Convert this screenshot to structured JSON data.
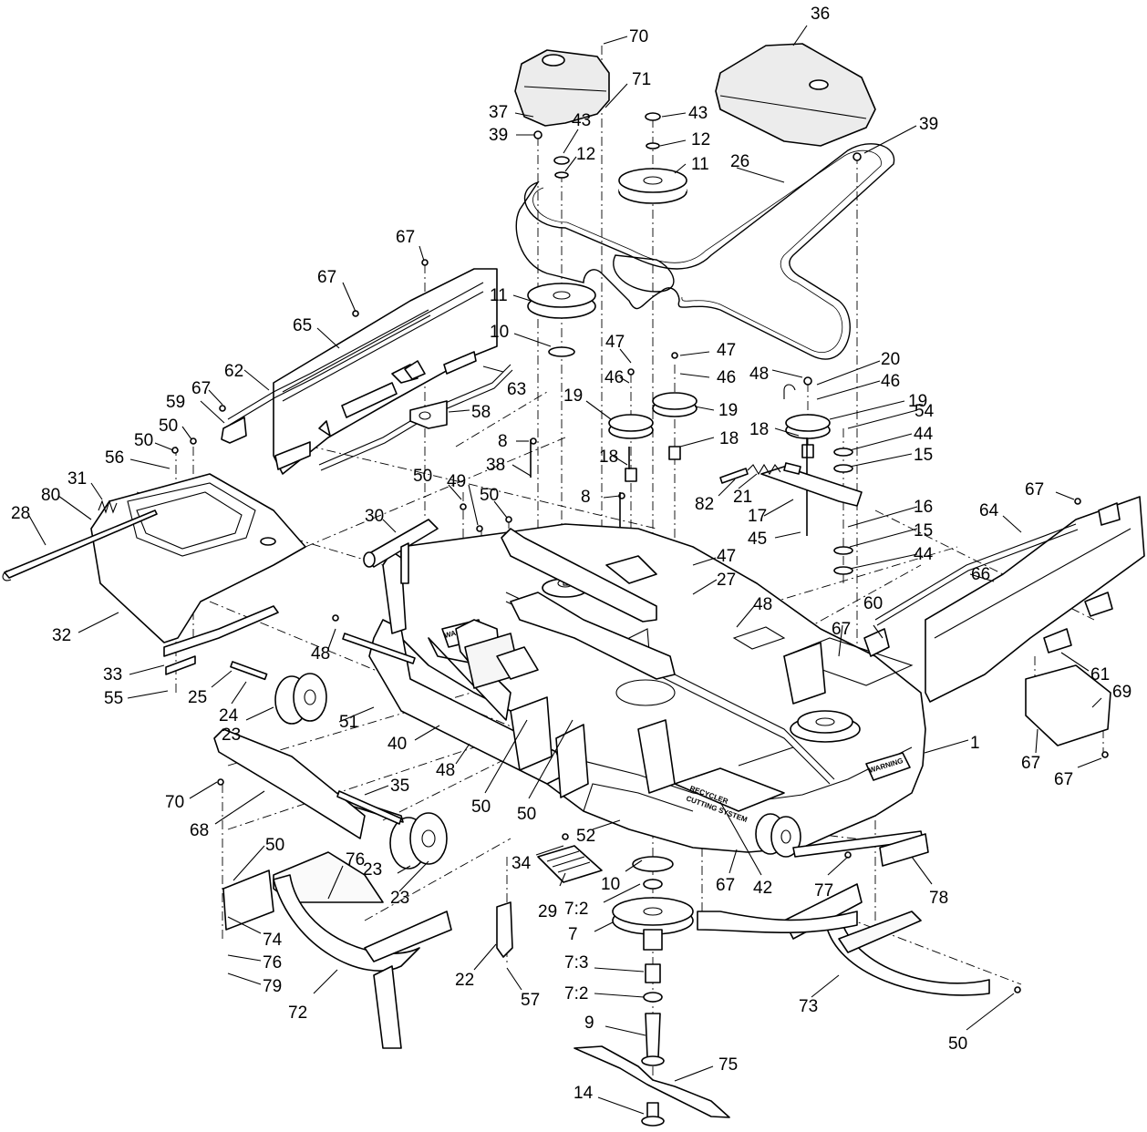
{
  "diagram": {
    "callouts": [
      {
        "id": "c1",
        "label": "70"
      },
      {
        "id": "c2",
        "label": "36"
      },
      {
        "id": "c3",
        "label": "71"
      },
      {
        "id": "c4",
        "label": "37"
      },
      {
        "id": "c5",
        "label": "39"
      },
      {
        "id": "c6",
        "label": "43"
      },
      {
        "id": "c7",
        "label": "12"
      },
      {
        "id": "c8",
        "label": "43"
      },
      {
        "id": "c9",
        "label": "12"
      },
      {
        "id": "c10",
        "label": "11"
      },
      {
        "id": "c11",
        "label": "26"
      },
      {
        "id": "c12",
        "label": "39"
      },
      {
        "id": "c13",
        "label": "67"
      },
      {
        "id": "c14",
        "label": "67"
      },
      {
        "id": "c15",
        "label": "65"
      },
      {
        "id": "c16",
        "label": "11"
      },
      {
        "id": "c17",
        "label": "10"
      },
      {
        "id": "c18",
        "label": "47"
      },
      {
        "id": "c19",
        "label": "47"
      },
      {
        "id": "c20",
        "label": "46"
      },
      {
        "id": "c21",
        "label": "46"
      },
      {
        "id": "c22",
        "label": "20"
      },
      {
        "id": "c23",
        "label": "48"
      },
      {
        "id": "c24",
        "label": "46"
      },
      {
        "id": "c25",
        "label": "62"
      },
      {
        "id": "c26",
        "label": "63"
      },
      {
        "id": "c27",
        "label": "67"
      },
      {
        "id": "c28",
        "label": "19"
      },
      {
        "id": "c29",
        "label": "19"
      },
      {
        "id": "c30",
        "label": "19"
      },
      {
        "id": "c31",
        "label": "59"
      },
      {
        "id": "c32",
        "label": "58"
      },
      {
        "id": "c33",
        "label": "54"
      },
      {
        "id": "c34",
        "label": "50"
      },
      {
        "id": "c35",
        "label": "50"
      },
      {
        "id": "c36",
        "label": "56"
      },
      {
        "id": "c37",
        "label": "8"
      },
      {
        "id": "c38",
        "label": "18"
      },
      {
        "id": "c39",
        "label": "18"
      },
      {
        "id": "c40",
        "label": "18"
      },
      {
        "id": "c41",
        "label": "44"
      },
      {
        "id": "c42",
        "label": "15"
      },
      {
        "id": "c43",
        "label": "38"
      },
      {
        "id": "c44",
        "label": "31"
      },
      {
        "id": "c45",
        "label": "50"
      },
      {
        "id": "c46",
        "label": "49"
      },
      {
        "id": "c47",
        "label": "50"
      },
      {
        "id": "c48",
        "label": "8"
      },
      {
        "id": "c49",
        "label": "82"
      },
      {
        "id": "c50",
        "label": "21"
      },
      {
        "id": "c51",
        "label": "67"
      },
      {
        "id": "c52",
        "label": "80"
      },
      {
        "id": "c53",
        "label": "28"
      },
      {
        "id": "c54",
        "label": "30"
      },
      {
        "id": "c55",
        "label": "17"
      },
      {
        "id": "c56",
        "label": "16"
      },
      {
        "id": "c57",
        "label": "64"
      },
      {
        "id": "c58",
        "label": "45"
      },
      {
        "id": "c59",
        "label": "15"
      },
      {
        "id": "c60",
        "label": "47"
      },
      {
        "id": "c61",
        "label": "44"
      },
      {
        "id": "c62",
        "label": "66"
      },
      {
        "id": "c63",
        "label": "27"
      },
      {
        "id": "c64",
        "label": "48"
      },
      {
        "id": "c65",
        "label": "60"
      },
      {
        "id": "c66",
        "label": "32"
      },
      {
        "id": "c67",
        "label": "67"
      },
      {
        "id": "c68",
        "label": "48"
      },
      {
        "id": "c69",
        "label": "33"
      },
      {
        "id": "c70",
        "label": "25"
      },
      {
        "id": "c71",
        "label": "61"
      },
      {
        "id": "c72",
        "label": "55"
      },
      {
        "id": "c73",
        "label": "69"
      },
      {
        "id": "c74",
        "label": "24"
      },
      {
        "id": "c75",
        "label": "23"
      },
      {
        "id": "c76",
        "label": "51"
      },
      {
        "id": "c77",
        "label": "40"
      },
      {
        "id": "c78",
        "label": "1"
      },
      {
        "id": "c79",
        "label": "48"
      },
      {
        "id": "c80",
        "label": "67"
      },
      {
        "id": "c81",
        "label": "67"
      },
      {
        "id": "c82",
        "label": "35"
      },
      {
        "id": "c83",
        "label": "70"
      },
      {
        "id": "c84",
        "label": "68"
      },
      {
        "id": "c85",
        "label": "50"
      },
      {
        "id": "c86",
        "label": "50"
      },
      {
        "id": "c87",
        "label": "52"
      },
      {
        "id": "c88",
        "label": "42"
      },
      {
        "id": "c89",
        "label": "50"
      },
      {
        "id": "c90",
        "label": "76"
      },
      {
        "id": "c91",
        "label": "34"
      },
      {
        "id": "c92",
        "label": "10"
      },
      {
        "id": "c93",
        "label": "67"
      },
      {
        "id": "c94",
        "label": "77"
      },
      {
        "id": "c95",
        "label": "23"
      },
      {
        "id": "c96",
        "label": "23"
      },
      {
        "id": "c97",
        "label": "29"
      },
      {
        "id": "c98",
        "label": "7:2"
      },
      {
        "id": "c99",
        "label": "78"
      },
      {
        "id": "c100",
        "label": "74"
      },
      {
        "id": "c101",
        "label": "7"
      },
      {
        "id": "c102",
        "label": "76"
      },
      {
        "id": "c103",
        "label": "22"
      },
      {
        "id": "c104",
        "label": "7:3"
      },
      {
        "id": "c105",
        "label": "79"
      },
      {
        "id": "c106",
        "label": "72"
      },
      {
        "id": "c107",
        "label": "57"
      },
      {
        "id": "c108",
        "label": "7:2"
      },
      {
        "id": "c109",
        "label": "73"
      },
      {
        "id": "c110",
        "label": "9"
      },
      {
        "id": "c111",
        "label": "50"
      },
      {
        "id": "c112",
        "label": "75"
      },
      {
        "id": "c113",
        "label": "14"
      }
    ],
    "decals": {
      "deck_decal_line1": "RECYCLER",
      "deck_decal_line2": "CUTTING SYSTEM",
      "warning_decal_1": "WARNING",
      "warning_decal_2": "WARNING"
    }
  }
}
